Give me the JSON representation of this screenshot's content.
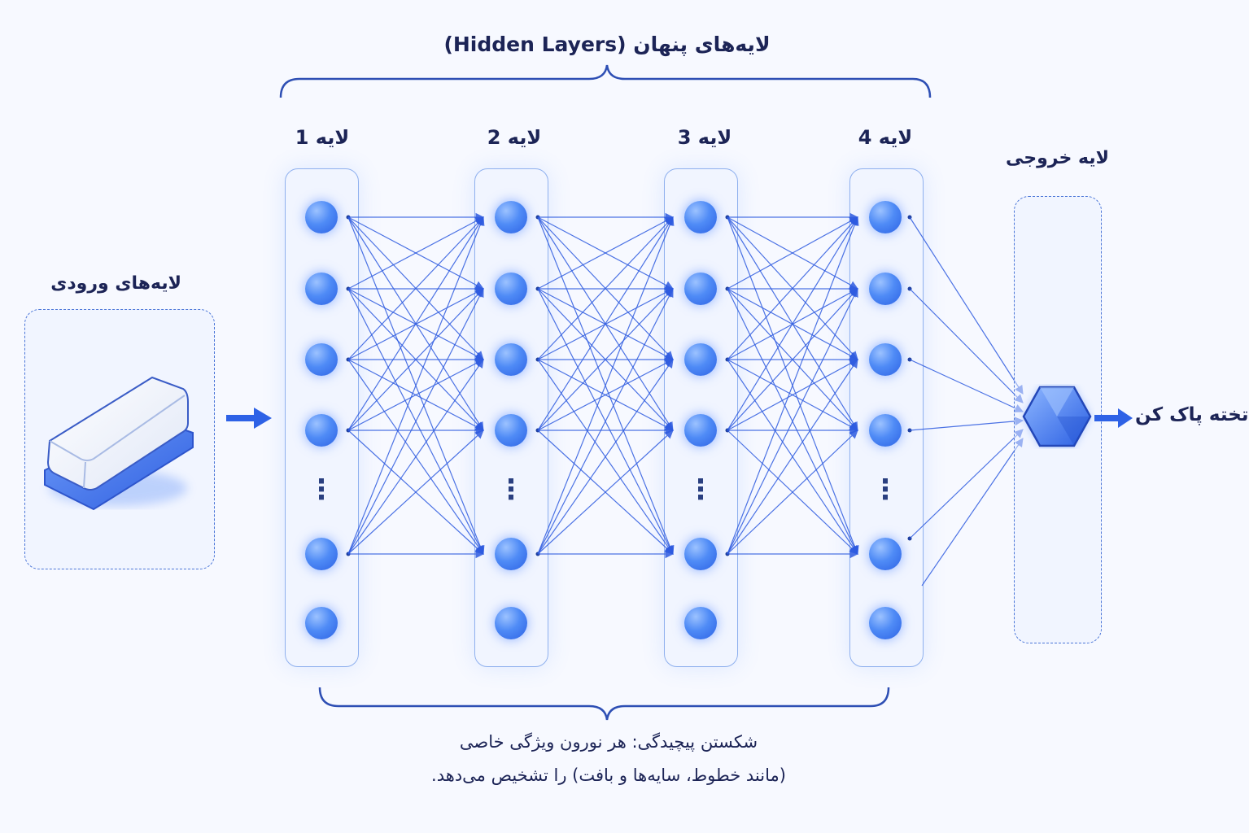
{
  "hidden_title": "لایه‌های پنهان (Hidden Layers)",
  "layers": [
    {
      "label": "لایه 1"
    },
    {
      "label": "لایه 2"
    },
    {
      "label": "لایه 3"
    },
    {
      "label": "لایه 4"
    }
  ],
  "input_label": "لایه‌های ورودی",
  "output_label": "لایه خروجی",
  "output_text": "تخته پاک کن",
  "dots_symbol": "⋮",
  "caption_line1": "شکستن پیچیدگی: هر نورون ویژگی خاصی",
  "caption_line2": "(مانند خطوط، سایه‌ها و بافت) را تشخیص می‌دهد.",
  "colors": {
    "accent": "#2e5be0",
    "neuron": "#4f8bf6",
    "text": "#1c2456",
    "background": "#f7f9ff"
  },
  "icons": {
    "input": "eraser-icon",
    "output": "hexagon-icon",
    "arrows": "arrow-right-icon"
  }
}
